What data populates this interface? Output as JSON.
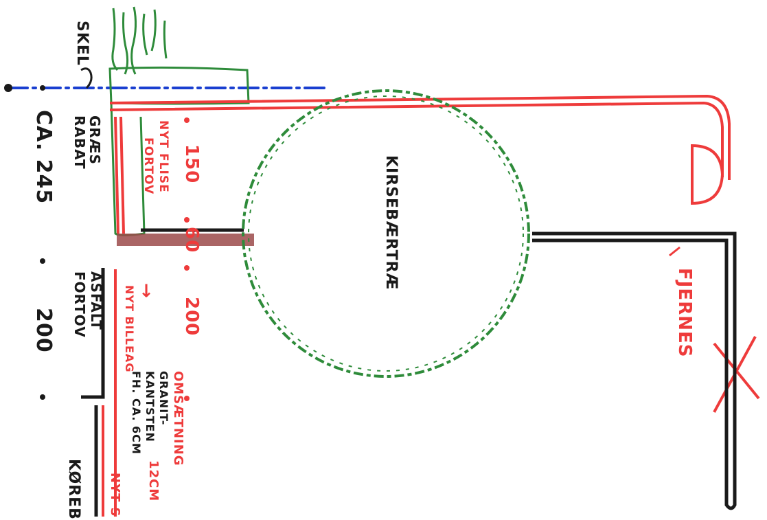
{
  "labels": {
    "skel": "SKEL",
    "graes_rabat_line1": "GRÆS",
    "graes_rabat_line2": "RABAT",
    "ca_245": "CA. 245",
    "asfalt_fortov_line1": "ASFALT",
    "asfalt_fortov_line2": "FORTOV",
    "dim_200_outer": "200",
    "korebane": "KØREB",
    "nyt_flise_fortov_line1": "NYT FLISE",
    "nyt_flise_fortov_line2": "FORTOV",
    "dim_150": "150",
    "dim_60": "60",
    "dim_200_inner": "200",
    "nyt_billeag": "NYT BILLEAG",
    "arrow": "→",
    "omsaetning": "OMSÆTNING",
    "granit_kantsten_line1": "GRANIT-",
    "granit_kantsten_line2": "KANTSTEN",
    "granit_kantsten_line3": "FH. CA. 6CM",
    "dim_12cm": "12CM",
    "nyt_s": "NYT S",
    "tree": "KIRSEBÆRTRÆ",
    "fjernes": "FJERNES"
  },
  "colors": {
    "blue_boundary": "#1a3fd0",
    "red_new": "#ee3b3b",
    "green_planting": "#2e8b3a",
    "black_existing": "#1a1a1a",
    "brown_driveway": "#9b4a4a"
  }
}
